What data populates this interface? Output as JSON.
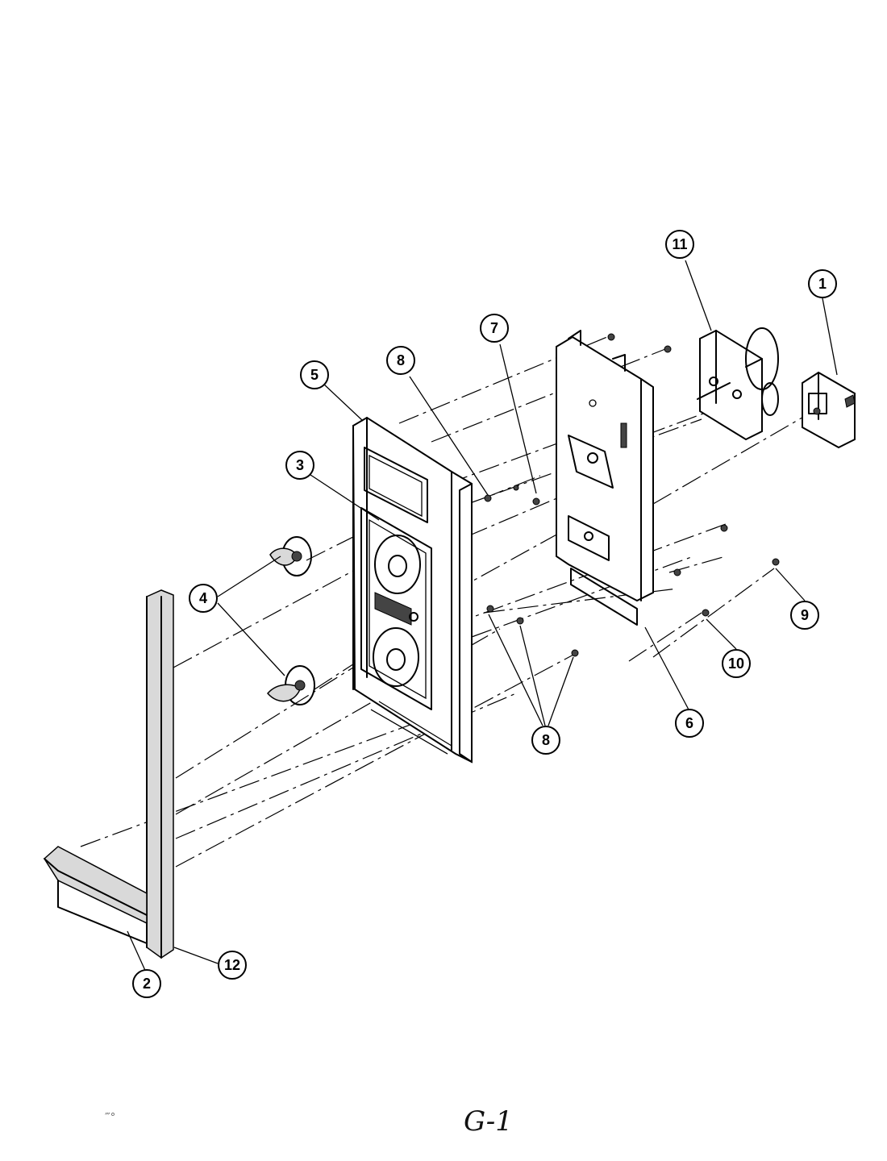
{
  "diagram": {
    "page_label": "G-1",
    "scribble_mark": "‴°"
  },
  "callouts": [
    {
      "id": "callout-1",
      "label": "1"
    },
    {
      "id": "callout-2",
      "label": "2"
    },
    {
      "id": "callout-3",
      "label": "3"
    },
    {
      "id": "callout-4",
      "label": "4"
    },
    {
      "id": "callout-5",
      "label": "5"
    },
    {
      "id": "callout-6",
      "label": "6"
    },
    {
      "id": "callout-7",
      "label": "7"
    },
    {
      "id": "callout-8-top",
      "label": "8"
    },
    {
      "id": "callout-8-bottom",
      "label": "8"
    },
    {
      "id": "callout-9",
      "label": "9"
    },
    {
      "id": "callout-10",
      "label": "10"
    },
    {
      "id": "callout-11",
      "label": "11"
    },
    {
      "id": "callout-12",
      "label": "12"
    }
  ]
}
